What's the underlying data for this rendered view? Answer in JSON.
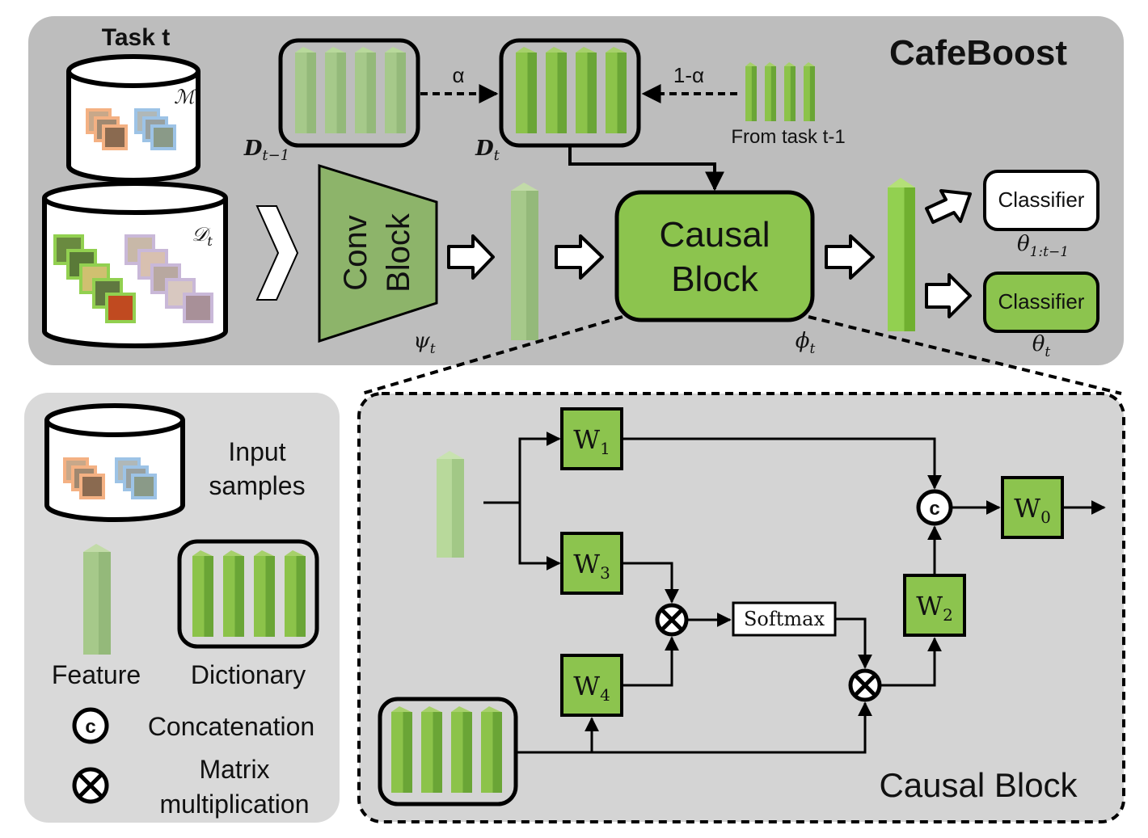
{
  "top_panel": {
    "title": "CafeBoost",
    "task_label": "Task t",
    "memory_symbol": "ℳ",
    "data_symbol": "𝒟",
    "data_sub": "t",
    "alpha": "α",
    "one_minus_alpha": "1-α",
    "from_task": "From task t-1",
    "dict_prev": "D",
    "dict_prev_sub": "t−1",
    "dict_cur": "D",
    "dict_cur_sub": "t",
    "conv_line1": "Conv",
    "conv_line2": "Block",
    "psi": "ψ",
    "psi_sub": "t",
    "causal_line1": "Causal",
    "causal_line2": "Block",
    "phi": "ϕ",
    "phi_sub": "t",
    "classifier_old": "Classifier",
    "theta_old": "θ",
    "theta_old_sub": "1:t−1",
    "classifier_new": "Classifier",
    "theta_new": "θ",
    "theta_new_sub": "t"
  },
  "legend": {
    "input_samples_1": "Input",
    "input_samples_2": "samples",
    "feature": "Feature",
    "dictionary": "Dictionary",
    "concat_symbol": "c",
    "concatenation": "Concatenation",
    "matmul_1": "Matrix",
    "matmul_2": "multiplication"
  },
  "causal_detail": {
    "title": "Causal Block",
    "w1": "W",
    "w1_sub": "1",
    "w3": "W",
    "w3_sub": "3",
    "w4": "W",
    "w4_sub": "4",
    "w2": "W",
    "w2_sub": "2",
    "w0": "W",
    "w0_sub": "0",
    "softmax": "Softmax",
    "concat_symbol": "c"
  },
  "colors": {
    "panel_gray": "#bdbdbd",
    "legend_gray": "#d9d9d9",
    "detail_gray": "#d4d4d4",
    "green_fill": "#a9d18e",
    "green_dark": "#70ad47",
    "green_light": "#c5e0b4",
    "green_bright": "#92d050"
  }
}
